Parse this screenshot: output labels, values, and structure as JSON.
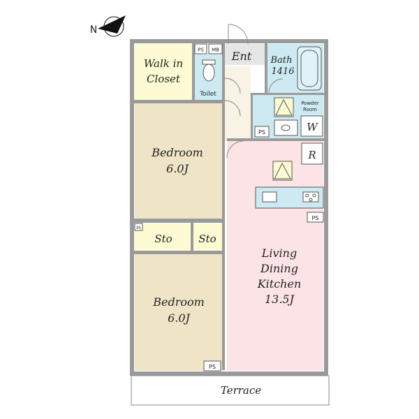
{
  "compass": {
    "label": "N"
  },
  "rooms": {
    "walk_in_closet": {
      "line1": "Walk in",
      "line2": "Closet",
      "color": "#fdfbd3"
    },
    "toilet": {
      "label": "Toilet",
      "color": "#cdeaf2"
    },
    "entrance": {
      "label": "Ent",
      "color": "#e6e6e6"
    },
    "bath": {
      "line1": "Bath",
      "line2": "1416",
      "color": "#cdeaf2"
    },
    "powder_room": {
      "line1": "Powder",
      "line2": "Room",
      "color": "#cdeaf2"
    },
    "washer": {
      "label": "W"
    },
    "fridge": {
      "label": "R"
    },
    "bedroom_upper": {
      "line1": "Bedroom",
      "line2": "6.0J",
      "color": "#efe5c6"
    },
    "bedroom_lower": {
      "line1": "Bedroom",
      "line2": "6.0J",
      "color": "#efe5c6"
    },
    "storage_left": {
      "label": "Sto",
      "color": "#fdfbd3"
    },
    "storage_right": {
      "label": "Sto",
      "color": "#fdfbd3"
    },
    "ldk": {
      "line1": "Living",
      "line2": "Dining",
      "line3": "Kitchen",
      "line4": "13.5J",
      "color": "#fbe3e6"
    },
    "terrace": {
      "label": "Terrace"
    },
    "hallway": {
      "color": "#f8f3e4"
    }
  },
  "tags": {
    "ps": "PS",
    "mb": "MB"
  },
  "colors": {
    "wall": "#9a9a9a",
    "kitchen_counter": "#cdeaf2"
  }
}
